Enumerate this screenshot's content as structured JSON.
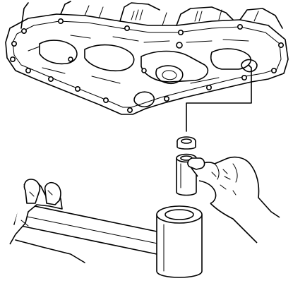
{
  "figure": {
    "labels": [],
    "colors": {
      "line": "#000000",
      "background": "#ffffff"
    },
    "components": [
      "transmission-case-underside",
      "bolt-holes",
      "callout-leader",
      "seal-ring",
      "sleeve-bushing",
      "fingers-holding-sleeve",
      "installer-tool",
      "hand-holding-tool"
    ]
  }
}
